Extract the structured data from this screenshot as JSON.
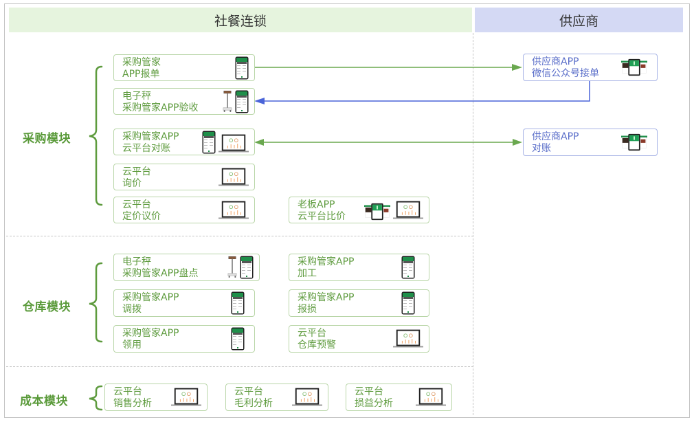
{
  "headers": {
    "left": "社餐连锁",
    "right": "供应商"
  },
  "modules": {
    "purchase": {
      "label": "采购模块",
      "items": [
        {
          "line1": "采购管家",
          "line2": "APP报单",
          "icons": [
            "phone-icon"
          ]
        },
        {
          "line1": "电子秤",
          "line2": "采购管家APP验收",
          "icons": [
            "scale-icon",
            "phone-icon"
          ]
        },
        {
          "line1": "采购管家APP",
          "line2": "云平台对账",
          "icons": [
            "phone-icon",
            "laptop-icon"
          ]
        },
        {
          "line1": "云平台",
          "line2": "询价",
          "icons": [
            "laptop-icon"
          ]
        },
        {
          "line1": "云平台",
          "line2": "定价议价",
          "icons": [
            "laptop-icon"
          ]
        },
        {
          "line1": "老板APP",
          "line2": "云平台比价",
          "icons": [
            "app-phone-icon",
            "laptop-icon"
          ]
        }
      ]
    },
    "warehouse": {
      "label": "仓库模块",
      "items": [
        {
          "line1": "电子秤",
          "line2": "采购管家APP盘点",
          "icons": [
            "scale-icon",
            "phone-icon"
          ]
        },
        {
          "line1": "采购管家APP",
          "line2": "加工",
          "icons": [
            "phone-icon"
          ]
        },
        {
          "line1": "采购管家APP",
          "line2": "调拨",
          "icons": [
            "phone-icon"
          ]
        },
        {
          "line1": "采购管家APP",
          "line2": "报损",
          "icons": [
            "phone-icon"
          ]
        },
        {
          "line1": "采购管家APP",
          "line2": "领用",
          "icons": [
            "phone-icon"
          ]
        },
        {
          "line1": "云平台",
          "line2": "仓库预警",
          "icons": [
            "laptop-icon"
          ]
        }
      ]
    },
    "cost": {
      "label": "成本模块",
      "items": [
        {
          "line1": "云平台",
          "line2": "销售分析",
          "icons": [
            "laptop-icon"
          ]
        },
        {
          "line1": "云平台",
          "line2": "毛利分析",
          "icons": [
            "laptop-icon"
          ]
        },
        {
          "line1": "云平台",
          "line2": "损益分析",
          "icons": [
            "laptop-icon"
          ]
        }
      ]
    }
  },
  "supplier": {
    "items": [
      {
        "line1": "供应商APP",
        "line2": "微信公众号接单",
        "icons": [
          "app-phone-icon"
        ]
      },
      {
        "line1": "供应商APP",
        "line2": "对账",
        "icons": [
          "app-phone-icon"
        ]
      }
    ]
  },
  "colors": {
    "green": "#5e9b3e",
    "blue": "#5a6ec9",
    "green_arrow": "#6aa84f",
    "blue_arrow": "#4a64d8"
  }
}
